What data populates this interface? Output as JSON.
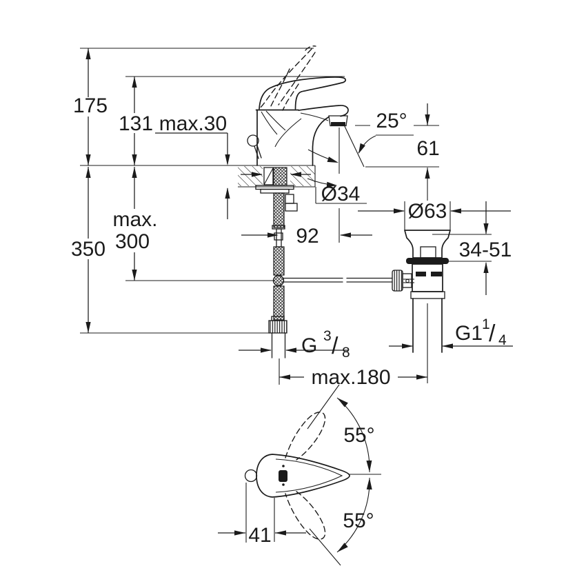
{
  "drawing": {
    "kind": "faucet installation technical drawing",
    "dimensions": {
      "overall_height": "175",
      "body_height": "131",
      "deck_thickness": "max.30",
      "stream_angle": "25°",
      "spout_height": "61",
      "hole_diameter": "Ø34",
      "spout_projection": "92",
      "waste_flange_diameter": "Ø63",
      "hose_reach_line1": "max.",
      "hose_reach_line2": "300",
      "hose_length": "350",
      "waste_adjust_range": "34-51",
      "supply_thread": {
        "base": "G",
        "sup": "3",
        "slash": "/",
        "sub": "8"
      },
      "waste_thread": {
        "base": "G1",
        "sup": "1",
        "slash": "/",
        "sub": "4"
      },
      "center_distance": "max.180",
      "handle_swing_up": "55°",
      "handle_swing_down": "55°",
      "knob_offset": "41"
    }
  }
}
